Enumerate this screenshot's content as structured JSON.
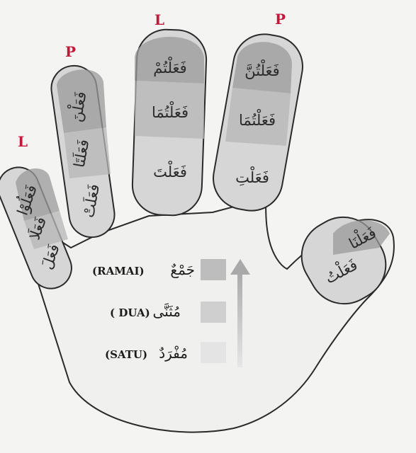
{
  "finger_labels": {
    "pinky": "L",
    "ring": "P",
    "middle": "L",
    "index": "P"
  },
  "fingers": {
    "pinky": [
      "فَعَلُوْا",
      "فَعَلَا",
      "فَعَلَ"
    ],
    "ring": [
      "فَعَلْنَ",
      "فَعَلَتَا",
      "فَعَلَتْ"
    ],
    "middle": [
      "فَعَلْتُمْ",
      "فَعَلْتُمَا",
      "فَعَلْتَ"
    ],
    "index": [
      "فَعَلْتُنَّ",
      "فَعَلْتُمَا",
      "فَعَلْتِ"
    ],
    "thumb": [
      "فَعَلْنَا",
      "فَعَلْتُ"
    ]
  },
  "legend": [
    {
      "arabic": "جَمْعٌ",
      "label": "(RAMAI)"
    },
    {
      "arabic": "مُثَنَّى",
      "label": "( DUA)"
    },
    {
      "arabic": "مُفْرَدٌ",
      "label": "(SATU)"
    }
  ],
  "colors": {
    "segment_dark": "#9a9a9a",
    "segment_mid": "#b5b5b5",
    "segment_light": "#d6d6d6",
    "label_red": "#c2183a"
  }
}
